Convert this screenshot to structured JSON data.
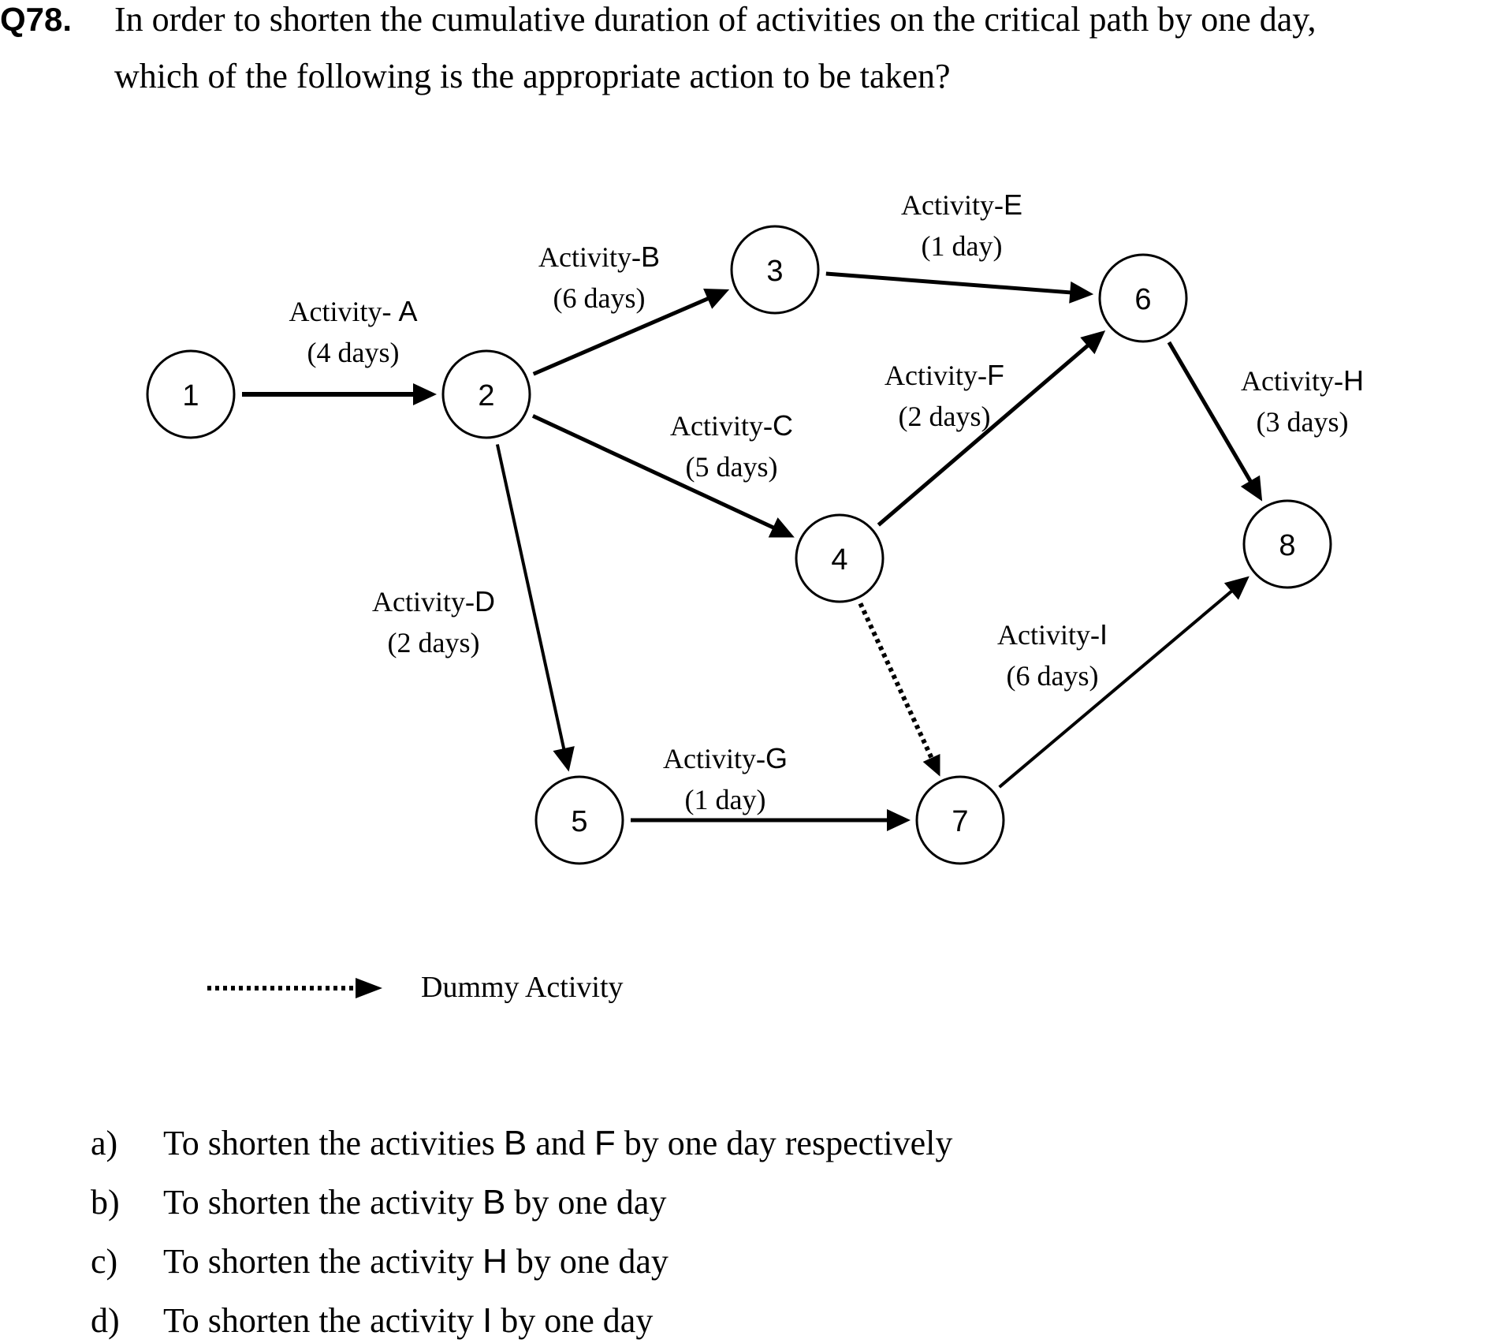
{
  "question": {
    "number": "Q78.",
    "line1": "In order to shorten the cumulative duration of activities on the critical path by one day,",
    "line2": "which of the following is the appropriate action to be taken?"
  },
  "diagram": {
    "nodes": [
      {
        "id": "1",
        "label": "1"
      },
      {
        "id": "2",
        "label": "2"
      },
      {
        "id": "3",
        "label": "3"
      },
      {
        "id": "4",
        "label": "4"
      },
      {
        "id": "5",
        "label": "5"
      },
      {
        "id": "6",
        "label": "6"
      },
      {
        "id": "7",
        "label": "7"
      },
      {
        "id": "8",
        "label": "8"
      }
    ],
    "activities": [
      {
        "id": "A",
        "prefix": "Activity- ",
        "letter": "A",
        "duration": "(4 days)",
        "from": "1",
        "to": "2"
      },
      {
        "id": "B",
        "prefix": "Activity-",
        "letter": "B",
        "duration": "(6 days)",
        "from": "2",
        "to": "3"
      },
      {
        "id": "C",
        "prefix": "Activity-",
        "letter": "C",
        "duration": "(5 days)",
        "from": "2",
        "to": "4"
      },
      {
        "id": "D",
        "prefix": "Activity-",
        "letter": "D",
        "duration": "(2 days)",
        "from": "2",
        "to": "5"
      },
      {
        "id": "E",
        "prefix": "Activity-",
        "letter": "E",
        "duration": "(1 day)",
        "from": "3",
        "to": "6"
      },
      {
        "id": "F",
        "prefix": "Activity-",
        "letter": "F",
        "duration": "(2 days)",
        "from": "4",
        "to": "6"
      },
      {
        "id": "G",
        "prefix": "Activity-",
        "letter": "G",
        "duration": "(1 day)",
        "from": "5",
        "to": "7"
      },
      {
        "id": "H",
        "prefix": "Activity-",
        "letter": "H",
        "duration": "(3 days)",
        "from": "6",
        "to": "8"
      },
      {
        "id": "I",
        "prefix": "Activity-",
        "letter": "I",
        "duration": "(6 days)",
        "from": "7",
        "to": "8"
      }
    ],
    "dummy": {
      "from": "4",
      "to": "7"
    },
    "legend": {
      "label": "Dummy Activity"
    }
  },
  "options": [
    {
      "label": "a)",
      "parts": [
        "To shorten the activities ",
        "B",
        " and ",
        "F",
        " by one day respectively"
      ]
    },
    {
      "label": "b)",
      "parts": [
        "To shorten the activity ",
        "B",
        " by one day"
      ]
    },
    {
      "label": "c)",
      "parts": [
        "To shorten the activity ",
        "H",
        " by one day"
      ]
    },
    {
      "label": "d)",
      "parts": [
        "To shorten the activity ",
        "I",
        " by one day"
      ]
    }
  ]
}
